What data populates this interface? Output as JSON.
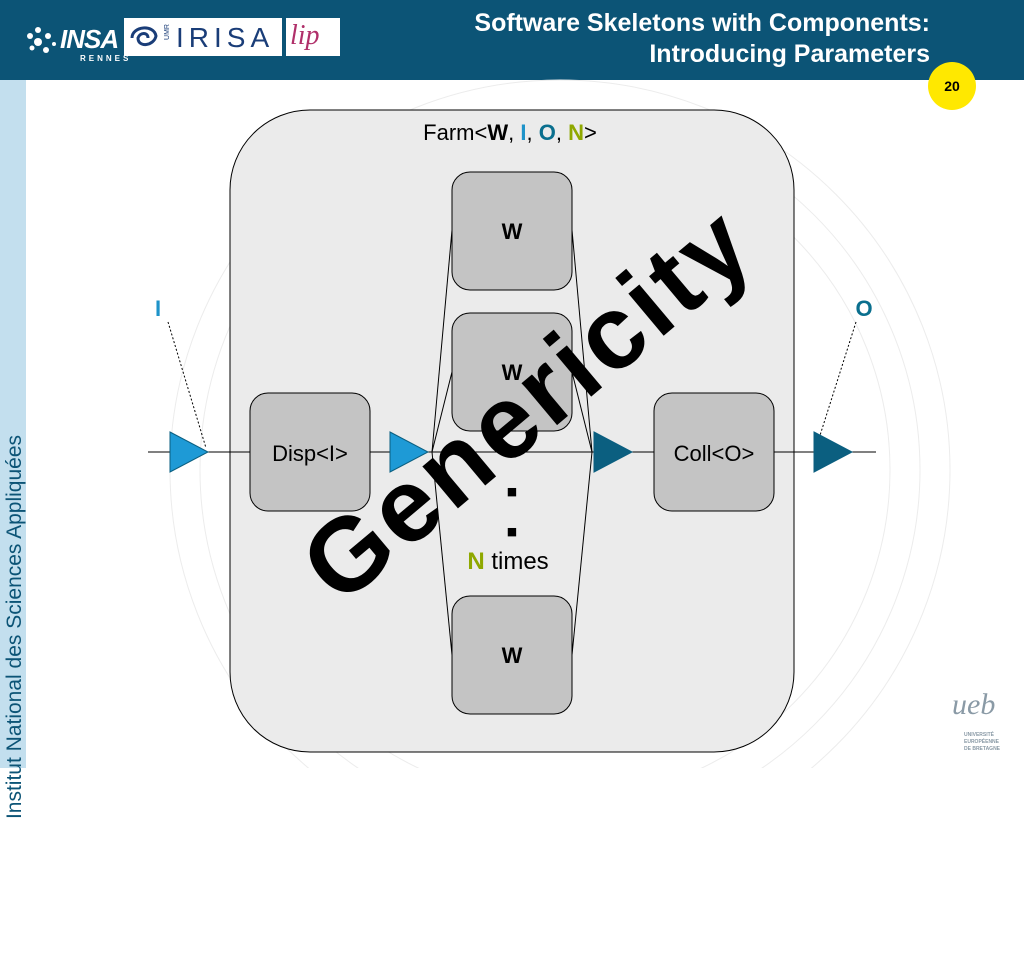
{
  "header": {
    "title_line1": "Software Skeletons with Components:",
    "title_line2": "Introducing Parameters",
    "logos": {
      "insa": "INSA",
      "insa_sub": "RENNES",
      "umr": "UMR",
      "irisa": "IRISA",
      "lip": "lip"
    }
  },
  "page_number": "20",
  "sidebar": {
    "text": "Institut National des Sciences Appliquées"
  },
  "footer_logo": {
    "mark": "ueb",
    "sub1": "UNIVERSITÉ",
    "sub2": "EUROPÉENNE",
    "sub3": "DE BRETAGNE"
  },
  "diagram": {
    "farm_prefix": "Farm<",
    "param_w": "W",
    "param_i": "I",
    "param_o": "O",
    "param_n": "N",
    "comma": ", ",
    "farm_suffix": ">",
    "worker_label": "W",
    "disp_label": "Disp<I>",
    "coll_label": "Coll<O>",
    "input_label": "I",
    "output_label": "O",
    "n_label": "N",
    "times_label": " times",
    "dot": "■"
  },
  "overlay": {
    "text": "Genericity"
  },
  "colors": {
    "header_bg": "#0c5476",
    "sidebar_bg": "#c3dfee",
    "badge": "#ffe800",
    "param_i": "#1e93c9",
    "param_o": "#0a6f8e",
    "param_n": "#8fa800",
    "port_light": "#1e9ad6",
    "port_dark": "#0b5f80"
  }
}
